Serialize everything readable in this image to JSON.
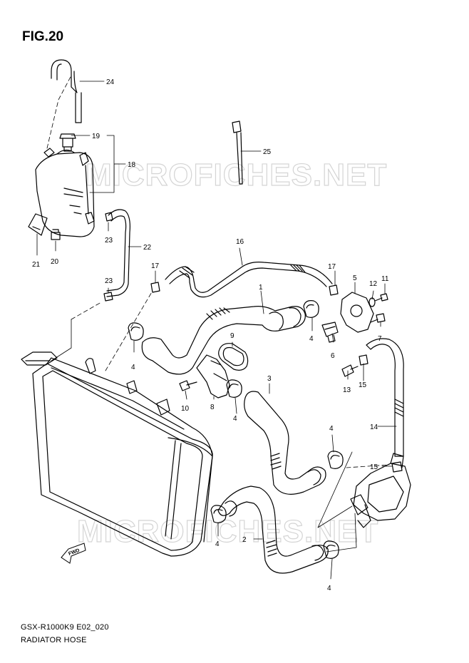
{
  "figure": {
    "title": "FIG.20",
    "code": "GSX-R1000K9 E02_020",
    "description": "RADIATOR HOSE"
  },
  "watermark": "MICROFICHES.NET",
  "direction_label": "FWD",
  "callouts": {
    "n1": "1",
    "n2": "2",
    "n3": "3",
    "n4a": "4",
    "n4b": "4",
    "n4c": "4",
    "n4d": "4",
    "n4e": "4",
    "n4f": "4",
    "n5": "5",
    "n6": "6",
    "n7": "7",
    "n8": "8",
    "n9": "9",
    "n10": "10",
    "n11": "11",
    "n12": "12",
    "n13": "13",
    "n14": "14",
    "n15a": "15",
    "n15b": "15",
    "n16": "16",
    "n17a": "17",
    "n17b": "17",
    "n18": "18",
    "n19": "19",
    "n20": "20",
    "n21": "21",
    "n22": "22",
    "n23a": "23",
    "n23b": "23",
    "n24": "24",
    "n25": "25"
  }
}
